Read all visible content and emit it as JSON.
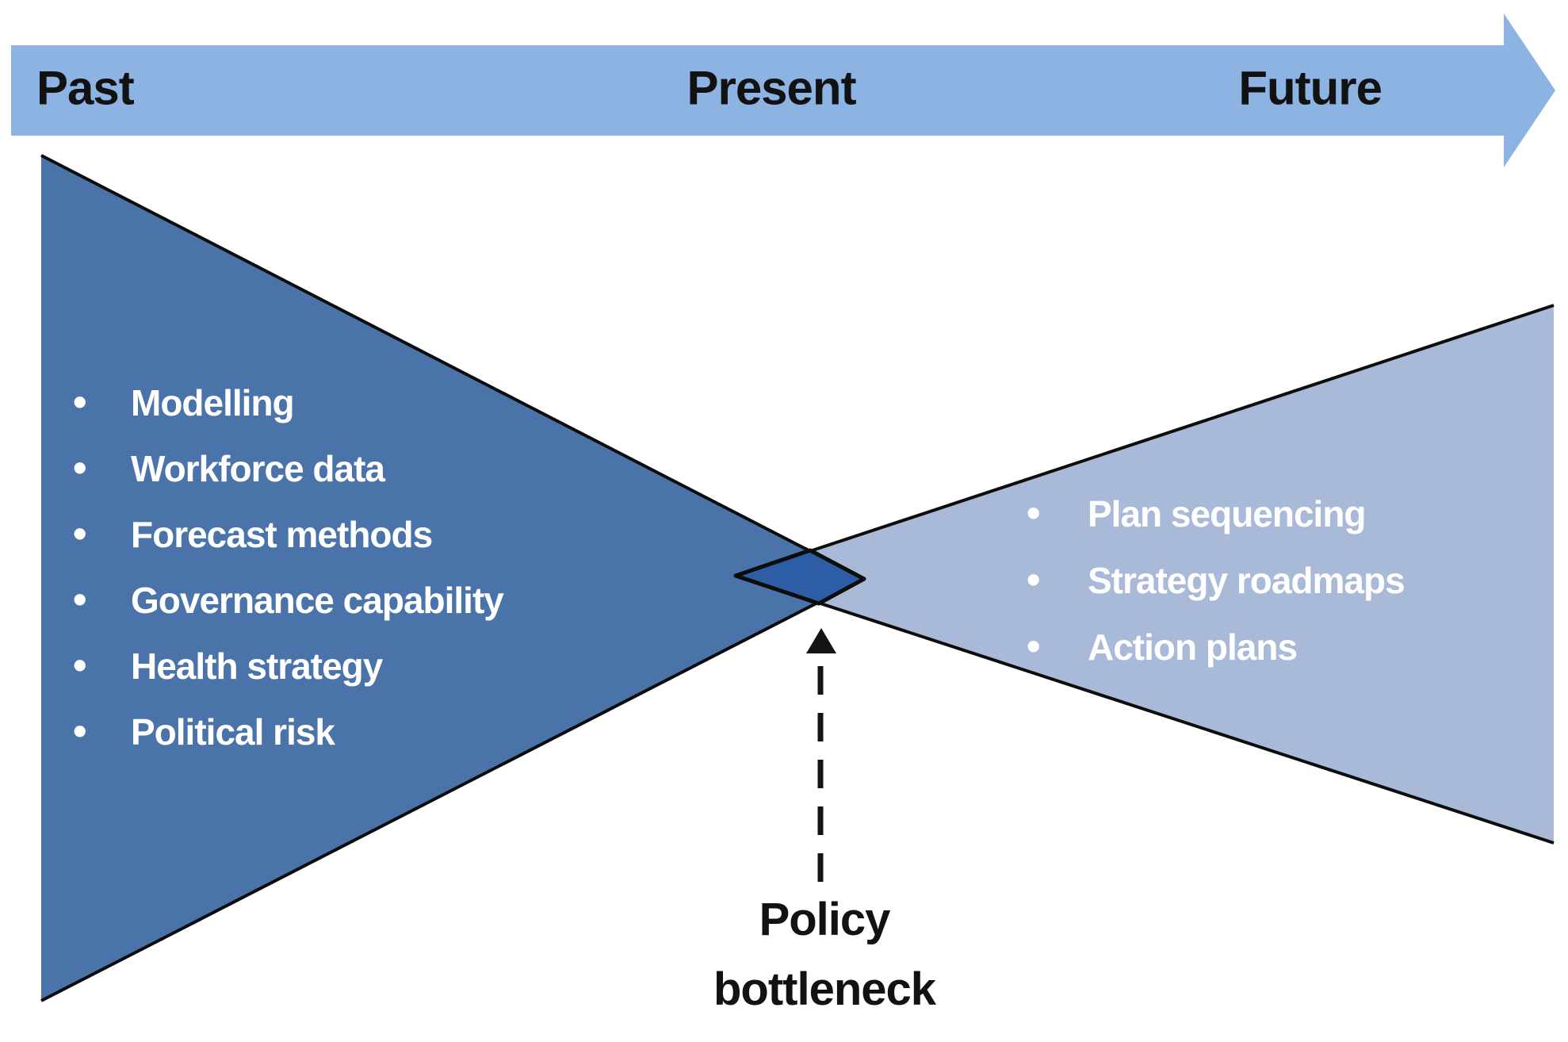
{
  "figure": {
    "description": "Hourglass timeline diagram: past inputs funnel through a policy bottleneck into future plans"
  },
  "timeline": {
    "past_label": "Past",
    "present_label": "Present",
    "future_label": "Future"
  },
  "past_funnel": {
    "items": [
      "Modelling",
      "Workforce data",
      "Forecast methods",
      "Governance capability",
      "Health strategy",
      "Political risk"
    ]
  },
  "future_funnel": {
    "items": [
      "Plan sequencing",
      "Strategy roadmaps",
      "Action plans"
    ]
  },
  "bottleneck": {
    "label": "Policy bottleneck"
  },
  "colors": {
    "timeline_bar": "#8db3e2",
    "past_funnel": "#4a73aa",
    "future_funnel": "#a9bad8",
    "overlap_diamond": "#2d5da4",
    "outline": "#0d0d0d",
    "pointer": "#141414"
  }
}
